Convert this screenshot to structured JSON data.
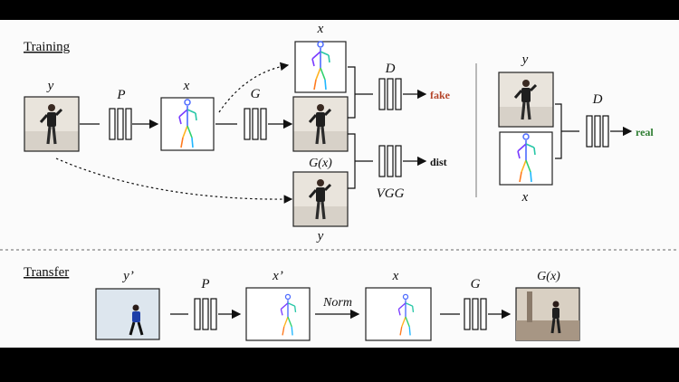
{
  "sections": {
    "training": "Training",
    "transfer": "Transfer"
  },
  "training": {
    "label_y_left": "y",
    "label_P": "P",
    "label_x_mid": "x",
    "label_G": "G",
    "label_x_top": "x",
    "label_Gx": "G(x)",
    "label_y_bottom": "y",
    "label_D": "D",
    "label_fake": "fake",
    "label_dist": "dist",
    "label_VGG": "VGG",
    "right_label_y": "y",
    "right_label_x": "x",
    "right_label_D": "D",
    "right_label_real": "real"
  },
  "transfer": {
    "label_yprime": "y’",
    "label_P": "P",
    "label_xprime": "x’",
    "label_norm": "Norm",
    "label_x": "x",
    "label_G": "G",
    "label_Gx": "G(x)"
  },
  "colors": {
    "fake": "#b5452a",
    "real": "#2e7d32",
    "text": "#111111",
    "panel_bg": "#ffffff",
    "skeleton_spine": "#4d6bff",
    "skeleton_arm_l": "#7a3cff",
    "skeleton_arm_r": "#28c7a7",
    "skeleton_leg_l": "#ffb21e",
    "skeleton_leg_r": "#2fd16d",
    "person_photo_bg": "#e9e4dc",
    "person_dark": "#1f1f1f"
  }
}
